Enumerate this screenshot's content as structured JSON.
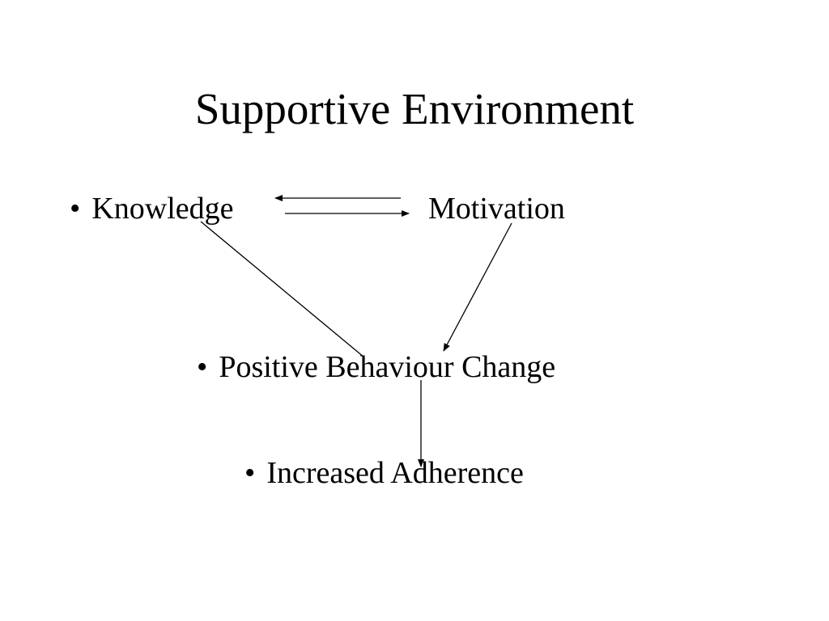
{
  "slide": {
    "title": "Supportive Environment",
    "bullet_glyph": "•",
    "nodes": {
      "knowledge": "Knowledge",
      "motivation": "Motivation",
      "behaviour_change": "Positive Behaviour Change",
      "adherence": "Increased Adherence"
    },
    "edges": [
      {
        "from": "motivation",
        "to": "knowledge"
      },
      {
        "from": "knowledge",
        "to": "motivation"
      },
      {
        "from": "knowledge",
        "to": "behaviour_change"
      },
      {
        "from": "motivation",
        "to": "behaviour_change"
      },
      {
        "from": "behaviour_change",
        "to": "adherence"
      }
    ],
    "colors": {
      "text": "#000000",
      "background": "#ffffff"
    }
  }
}
